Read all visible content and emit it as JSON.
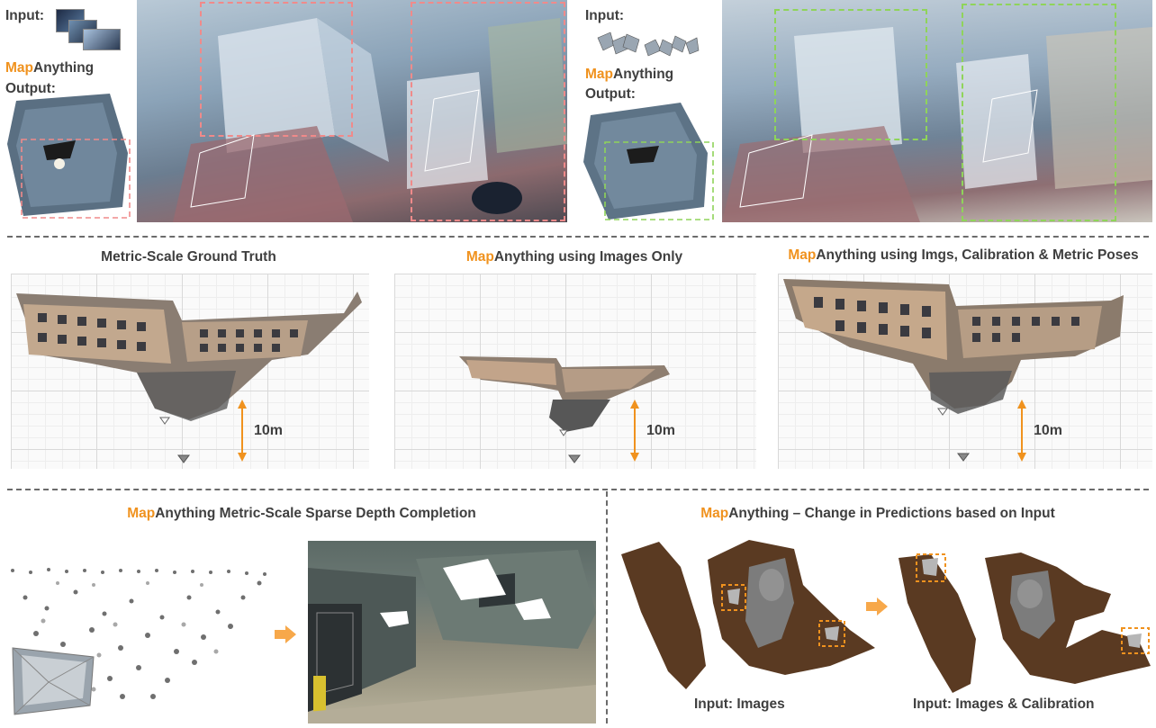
{
  "top_left": {
    "input_label": "Input:",
    "brand_map": "Map",
    "brand_rest": "Anything",
    "output_label": "Output:"
  },
  "top_right": {
    "input_label": "Input:",
    "brand_map": "Map",
    "brand_rest": "Anything",
    "output_label": "Output:"
  },
  "middle": {
    "panel1_title": "Metric-Scale Ground Truth",
    "panel2_brand": "Map",
    "panel2_title_rest": "Anything using Images Only",
    "panel3_brand": "Map",
    "panel3_title_rest": "Anything using Imgs, Calibration & Metric Poses",
    "scale_label": "10m"
  },
  "bottom_left": {
    "brand_map": "Map",
    "title_rest": "Anything Metric-Scale Sparse Depth Completion"
  },
  "bottom_right": {
    "brand_map": "Map",
    "title_rest": "Anything – Change in Predictions based on Input",
    "caption_left": "Input: Images",
    "caption_right": "Input: Images & Calibration"
  },
  "colors": {
    "accent_orange": "#f0921e",
    "box_red": "#f08a8a",
    "box_green": "#8fd45a",
    "divider": "#6b6b6b"
  }
}
